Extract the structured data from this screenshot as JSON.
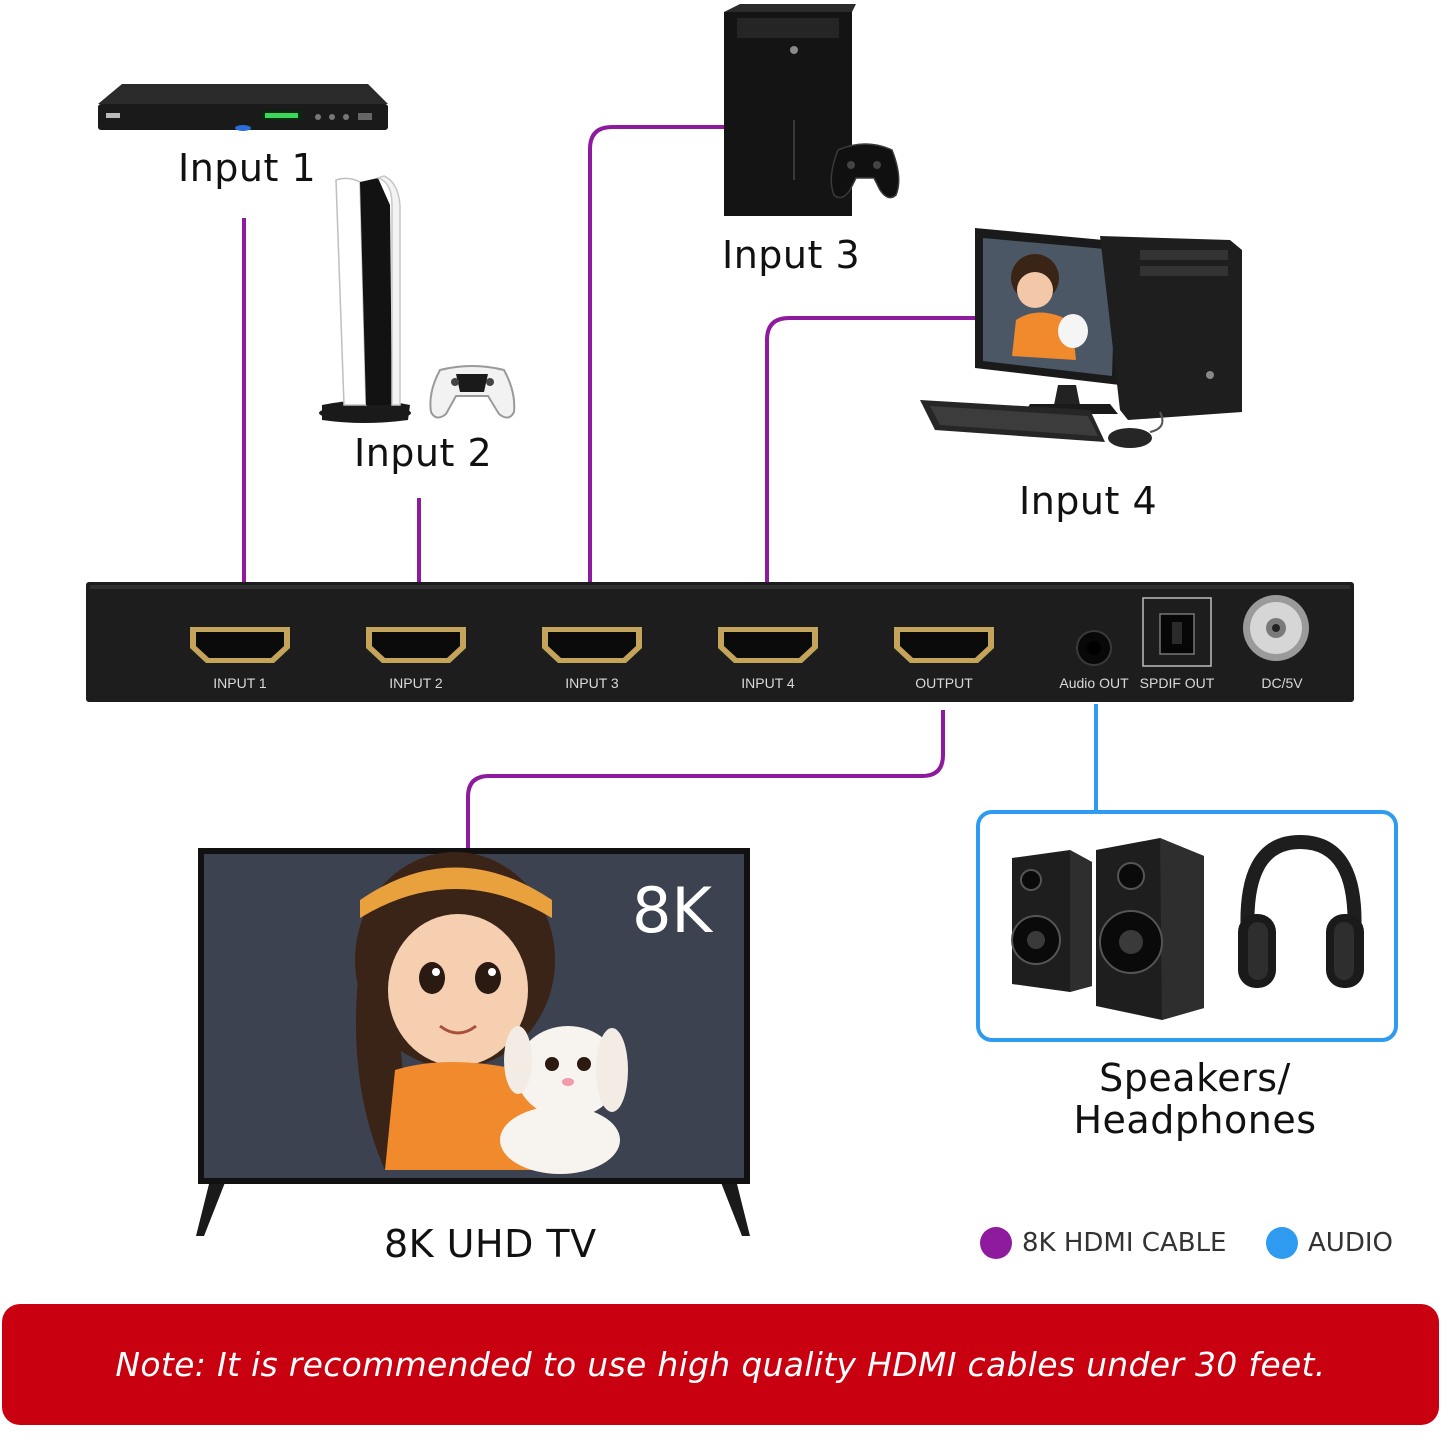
{
  "inputs": [
    {
      "label": "Input 1"
    },
    {
      "label": "Input 2"
    },
    {
      "label": "Input 3"
    },
    {
      "label": "Input 4"
    }
  ],
  "switch_ports": {
    "input1": "INPUT 1",
    "input2": "INPUT 2",
    "input3": "INPUT 3",
    "input4": "INPUT 4",
    "output": "OUTPUT",
    "audio_out": "Audio OUT",
    "spdif_out": "SPDIF OUT",
    "power": "DC/5V"
  },
  "tv": {
    "screen_badge": "8K",
    "label": "8K UHD TV"
  },
  "audio": {
    "label_line1": "Speakers/",
    "label_line2": "Headphones"
  },
  "legend": {
    "hdmi": {
      "label": "8K HDMI CABLE",
      "color": "#8e1a9e"
    },
    "audio": {
      "label": "AUDIO",
      "color": "#2e9bf0"
    }
  },
  "note": "Note: It is recommended to use high quality HDMI cables under 30 feet."
}
